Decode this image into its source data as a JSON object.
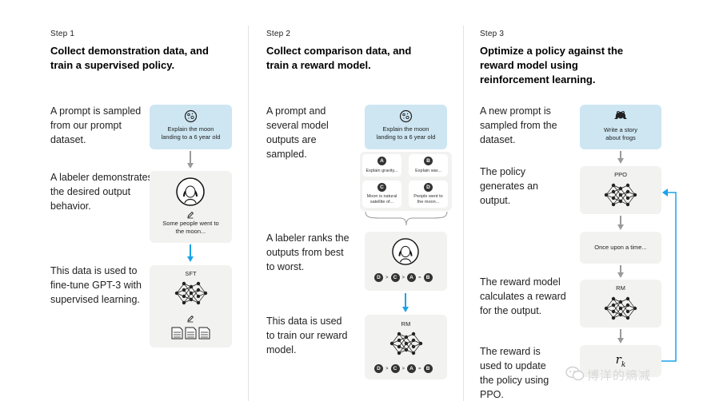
{
  "step1": {
    "label": "Step 1",
    "title": "Collect demonstration data, and train a supervised policy.",
    "desc1": "A prompt is sampled from our prompt dataset.",
    "desc2": "A labeler demonstrates the desired output behavior.",
    "desc3": "This data is used to fine-tune GPT-3 with supervised learning.",
    "prompt_text": "Explain the moon landing to a 6 year old",
    "output_text": "Some people went to the moon...",
    "model_label": "SFT"
  },
  "step2": {
    "label": "Step 2",
    "title": "Collect comparison data, and train a reward model.",
    "desc1": "A prompt and several model outputs are sampled.",
    "desc2": "A labeler ranks the outputs from best to worst.",
    "desc3": "This data is used to train our reward model.",
    "prompt_text": "Explain the moon landing to a 6 year old",
    "outputs": [
      {
        "letter": "A",
        "text": "Explain gravity..."
      },
      {
        "letter": "B",
        "text": "Explain war..."
      },
      {
        "letter": "C",
        "text": "Moon is natural satellite of..."
      },
      {
        "letter": "D",
        "text": "People went to the moon..."
      }
    ],
    "ranking": [
      "D",
      ">",
      "C",
      ">",
      "A",
      "=",
      "B"
    ],
    "model_label": "RM"
  },
  "step3": {
    "label": "Step 3",
    "title": "Optimize a policy against the reward model using reinforcement learning.",
    "desc1": "A new prompt is sampled from the dataset.",
    "desc2": "The policy generates an output.",
    "desc3": "The reward model calculates a reward for the output.",
    "desc4": "The reward is used to update the policy using PPO.",
    "prompt_text": "Write a story about frogs",
    "policy_label": "PPO",
    "output_text": "Once upon a time...",
    "model_label": "RM",
    "reward_symbol": "r",
    "reward_subscript": "k"
  },
  "watermark": "博洋的熵减",
  "colors": {
    "prompt_bg": "#cde6f2",
    "card_bg": "#f2f2f0",
    "grey_arrow": "#9a9a9a",
    "blue_arrow": "#1aa3e8"
  }
}
